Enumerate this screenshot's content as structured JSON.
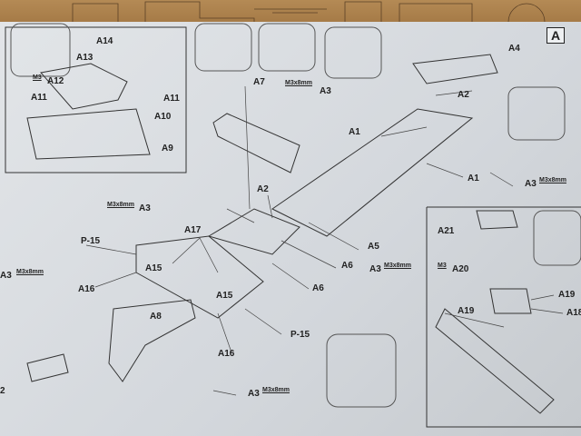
{
  "step_letter": "A",
  "labels": {
    "a14": "A14",
    "a13": "A13",
    "m3_a12": "M3",
    "a12": "A12",
    "a11_left": "A11",
    "a11_right": "A11",
    "a10": "A10",
    "a9": "A9",
    "a4": "A4",
    "a2_top": "A2",
    "a1_upper": "A1",
    "a1_lower": "A1",
    "a3_top": "A3",
    "a3_top_spec": "M3x8mm",
    "a3_right": "A3",
    "a3_right_spec": "M3x8mm",
    "a7": "A7",
    "a2_mid": "A2",
    "a3_mid": "A3",
    "a3_mid_spec": "M3x8mm",
    "a17": "A17",
    "p15_left": "P-15",
    "a15_left": "A15",
    "a16_left": "A16",
    "a5": "A5",
    "a6_upper": "A6",
    "a6_lower": "A6",
    "a3_center": "A3",
    "a3_center_spec": "M3x8mm",
    "a15_right": "A15",
    "a8": "A8",
    "p15_right": "P-15",
    "a16_right": "A16",
    "a3_left": "A3",
    "a3_left_spec": "M3x8mm",
    "part_2": "2",
    "a3_bottom": "A3",
    "a3_bottom_spec": "M3x8mm",
    "a21": "A21",
    "m3_a20": "M3",
    "a20": "A20",
    "a19_right": "A19",
    "a19_left": "A19",
    "a18": "A18"
  }
}
